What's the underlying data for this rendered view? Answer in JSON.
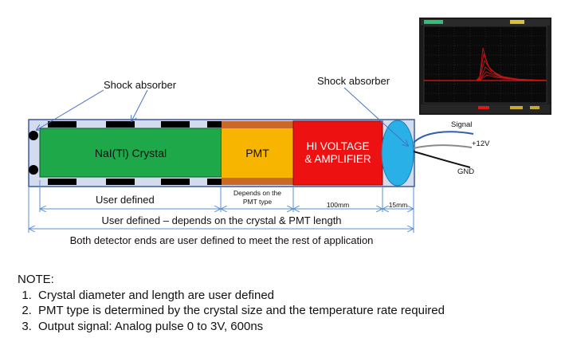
{
  "labels": {
    "shock_absorber_left": "Shock absorber",
    "shock_absorber_right": "Shock absorber",
    "crystal": "NaI(Tl) Crystal",
    "pmt": "PMT",
    "hv_amp_line1": "HI VOLTAGE",
    "hv_amp_line2": "& AMPLIFIER",
    "signal": "Signal",
    "plus12v": "+12V",
    "gnd": "GND"
  },
  "dimensions": {
    "crystal": "User defined",
    "pmt_line1": "Depends on the",
    "pmt_line2": "PMT type",
    "amplifier": "100mm",
    "end_cap": "15mm",
    "overall": "User defined – depends on the crystal & PMT length",
    "ends_note": "Both detector ends are user defined to meet the rest of application"
  },
  "note": {
    "heading": "NOTE:",
    "items": [
      "Crystal diameter and length are user defined",
      "PMT type is determined by the crystal size and the temperature rate required",
      "Output signal: Analog pulse 0 to 3V, 600ns"
    ]
  },
  "colors": {
    "housing_fill": "#d3dcef",
    "housing_border": "#3d5a99",
    "crystal": "#1fa84a",
    "pmt": "#f7b500",
    "pmt_ring": "#c8692a",
    "amplifier": "#ee1111",
    "end_cap": "#29b0e6",
    "dimension_lines": "#5b8fd6",
    "scope_background": "#0a0a0a",
    "scope_trace": "#e01818"
  }
}
